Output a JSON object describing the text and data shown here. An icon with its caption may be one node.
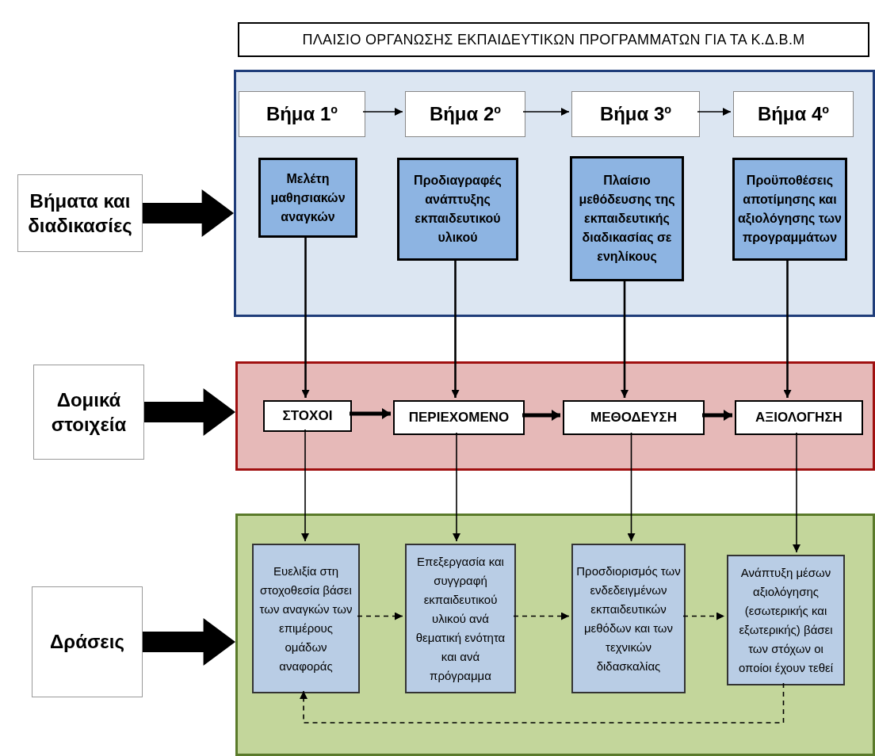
{
  "diagram": {
    "title": "ΠΛΑΙΣΙΟ ΟΡΓΑΝΩΣΗΣ ΕΚΠΑΙΔΕΥΤΙΚΩΝ ΠΡΟΓΡΑΜΜΑΤΩΝ ΓΙΑ ΤΑ Κ.Δ.Β.Μ",
    "nodes": [
      {
        "text": [
          "Βήματα και διαδικασίες"
        ]
      },
      {
        "text": [],
        "shape": "box"
      },
      {
        "text": [
          "Βήμα 1$^{ο}$"
        ],
        "in": 1
      },
      {
        "text": [
          "Βήμα 2$^{ο}$"
        ],
        "in": 1
      },
      {
        "text": [
          "Βήμα 3$^{ο}$"
        ],
        "in": 1
      },
      {
        "text": [
          "Βήμα 4$^{ο}$"
        ],
        "in": 1
      },
      {
        "text": [
          "Μελέτη μαθησιακών αναγκών"
        ],
        "in": 1
      },
      {
        "text": [
          "Προδιαγραφές ανάπτυξης εκπαιδευτικού υλικού"
        ],
        "in": 1
      },
      {
        "text": [
          "Πλαίσιο μεθόδευσης της εκπαιδευτικής διαδικασίας σε ενηλίκους"
        ],
        "in": 1
      },
      {
        "text": [
          "Προϋποθέσεις αποτίμησης και αξιολόγησης των προγραμμάτων"
        ],
        "in": 1
      },
      {
        "text": [
          "Δομικά στοιχεία"
        ]
      },
      {
        "text": [],
        "shape": "box"
      },
      {
        "text": [
          "ΣΤΟΧΟΙ"
        ],
        "in": 11
      },
      {
        "text": [
          "ΠΕΡΙΕΧΟΜΕΝΟ"
        ],
        "in": 11
      },
      {
        "text": [
          "ΜΕΘΟΔΕΥΣΗ"
        ],
        "in": 11
      },
      {
        "text": [
          "ΑΞΙΟΛΟΓΗΣΗ"
        ],
        "in": 11
      },
      {
        "text": [
          "Δράσεις"
        ]
      },
      {
        "text": [],
        "shape": "box"
      },
      {
        "text": [
          "Ευελιξία στη στοχοθεσία βάσει των αναγκών των επιμέρους ομάδων αναφοράς"
        ],
        "in": 17
      },
      {
        "text": [
          "Επεξεργασία και συγγραφή εκπαιδευτικού υλικού ανά θεματική ενότητα και ανά πρόγραμμα"
        ],
        "in": 17
      },
      {
        "text": [
          "Προσδιορισμός των ενδεδειγμένων εκπαιδευτικών μεθόδων και των τεχνικών διδασκαλίας"
        ],
        "in": 17
      },
      {
        "text": [
          "Ανάπτυξη μέσων αξιολόγησης (εσωτερικής και εξωτερικής) βάσει των στόχων οι οποίοι έχουν τεθεί"
        ],
        "in": 17
      }
    ],
    "edges": [
      {
        "from": 0,
        "to": 1,
        "arrow": "to",
        "style": "thick"
      },
      {
        "from": 2,
        "to": 3,
        "arrow": "to"
      },
      {
        "from": 3,
        "to": 4,
        "arrow": "to"
      },
      {
        "from": 4,
        "to": 5,
        "arrow": "to"
      },
      {
        "from": 6,
        "to": 12,
        "arrow": "to"
      },
      {
        "from": 7,
        "to": 13,
        "arrow": "to"
      },
      {
        "from": 8,
        "to": 14,
        "arrow": "to"
      },
      {
        "from": 9,
        "to": 15,
        "arrow": "to"
      },
      {
        "from": 10,
        "to": 11,
        "arrow": "to",
        "style": "thick"
      },
      {
        "from": 12,
        "to": 13,
        "arrow": "to",
        "style": "thick"
      },
      {
        "from": 13,
        "to": 14,
        "arrow": "to",
        "style": "thick"
      },
      {
        "from": 14,
        "to": 15,
        "arrow": "to",
        "style": "thick"
      },
      {
        "from": 16,
        "to": 17,
        "arrow": "to",
        "style": "thick"
      },
      {
        "from": 12,
        "to": 18,
        "arrow": "to"
      },
      {
        "from": 13,
        "to": 19,
        "arrow": "to"
      },
      {
        "from": 14,
        "to": 20,
        "arrow": "to"
      },
      {
        "from": 15,
        "to": 21,
        "arrow": "to"
      },
      {
        "from": 18,
        "to": 19,
        "arrow": "to",
        "style": "dashed"
      },
      {
        "from": 19,
        "to": 20,
        "arrow": "to",
        "style": "dashed"
      },
      {
        "from": 20,
        "to": 21,
        "arrow": "to",
        "style": "dashed"
      },
      {
        "from": 21,
        "to": 18,
        "arrow": "to",
        "style": "dashed"
      }
    ]
  }
}
